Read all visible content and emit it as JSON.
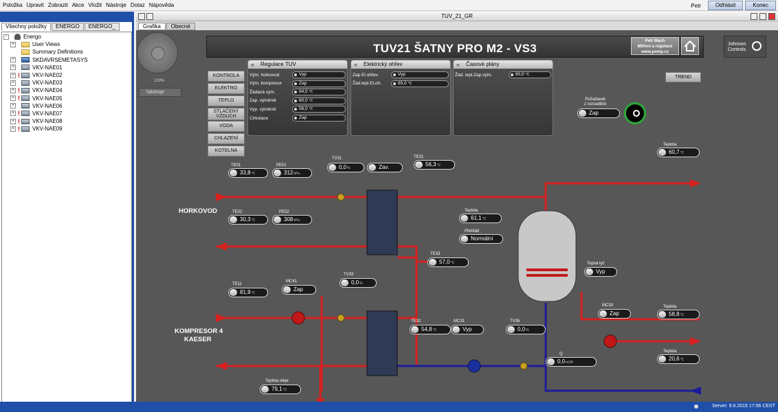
{
  "menu": {
    "items": [
      "Položka",
      "Upravit",
      "Zobrazit",
      "Akce",
      "Vložit",
      "Nástroje",
      "Dotaz",
      "Nápověda"
    ],
    "user": "Petr",
    "logout": "Odhlásit",
    "exit": "Konec"
  },
  "left_tabs": [
    "Všechny položky",
    "ENERGO",
    "ENERGO_"
  ],
  "tree": [
    {
      "label": "Energo",
      "icon": "root",
      "exp": "-",
      "level": 0,
      "alarm": false
    },
    {
      "label": "User Views",
      "icon": "folder",
      "exp": "+",
      "level": 1,
      "alarm": false
    },
    {
      "label": "Summary Definitions",
      "icon": "folder",
      "exp": "",
      "level": 1,
      "alarm": false
    },
    {
      "label": "SKDAVRSEMETASYS",
      "icon": "sys",
      "exp": "+",
      "level": 1,
      "alarm": false
    },
    {
      "label": "VKV-NAE01",
      "icon": "dev",
      "exp": "+",
      "level": 1,
      "alarm": false
    },
    {
      "label": "VKV-NAE02",
      "icon": "dev",
      "exp": "+",
      "level": 1,
      "alarm": true
    },
    {
      "label": "VKV-NAE03",
      "icon": "dev",
      "exp": "+",
      "level": 1,
      "alarm": false
    },
    {
      "label": "VKV-NAE04",
      "icon": "dev",
      "exp": "+",
      "level": 1,
      "alarm": true
    },
    {
      "label": "VKV-NAE05",
      "icon": "dev",
      "exp": "+",
      "level": 1,
      "alarm": true
    },
    {
      "label": "VKV-NAE06",
      "icon": "dev",
      "exp": "+",
      "level": 1,
      "alarm": false
    },
    {
      "label": "VKV-NAE07",
      "icon": "dev",
      "exp": "+",
      "level": 1,
      "alarm": true
    },
    {
      "label": "VKV-NAE08",
      "icon": "dev",
      "exp": "+",
      "level": 1,
      "alarm": true
    },
    {
      "label": "VKV-NAE09",
      "icon": "dev",
      "exp": "+",
      "level": 1,
      "alarm": true
    }
  ],
  "window": {
    "title": "TUV_21_GR",
    "tabs": [
      "Grafika",
      "Obecné"
    ]
  },
  "graphic": {
    "title": "TUV21 ŠATNY PRO M2 - VS3",
    "zoom": "100%",
    "tools": "Nástroje",
    "pmnp": [
      "Petr Mach",
      "Měření a regulace",
      "www.pmnp.cz"
    ],
    "jc_logo": [
      "Johnson",
      "Controls"
    ],
    "trend": "TREND",
    "request_label": [
      "Požadavek",
      "z rozvaděče"
    ],
    "request_value": "Zap",
    "menu_buttons": [
      "KONTROLA",
      "ELEKTRO",
      "TEPLO",
      "STLAČENÝ VZDUCH",
      "VODA",
      "CHLAZENÍ",
      "KOTELNA"
    ],
    "section_labels": {
      "horkovod": "HORKOVOD",
      "kompresor": [
        "KOMPRESOR 4",
        "KAESER"
      ]
    }
  },
  "panels": {
    "regulace": {
      "title": "Regulace TUV",
      "rows": [
        {
          "label": "Vým. horkovod",
          "value": "Vyp",
          "unit": ""
        },
        {
          "label": "Vým. kompresor",
          "value": "Zap",
          "unit": ""
        },
        {
          "label": "Žádaná vým.",
          "value": "64,0",
          "unit": "°C"
        },
        {
          "label": "Zap. výměník",
          "value": "60,0",
          "unit": "°C"
        },
        {
          "label": "Vyp. výměník",
          "value": "56,0",
          "unit": "°C"
        },
        {
          "label": "Cirkulace",
          "value": "Zap",
          "unit": ""
        }
      ]
    },
    "elektricky": {
      "title": "Elektrický ohřev",
      "rows": [
        {
          "label": "Zap El.ohřev",
          "value": "Vyp",
          "unit": ""
        },
        {
          "label": "Žád.tepl.El.oh.",
          "value": "65,0",
          "unit": "°C"
        }
      ]
    },
    "casove": {
      "title": "Časové plány",
      "rows": [
        {
          "label": "Žád. tepl.Zap.vým.",
          "value": "60,0",
          "unit": "°C"
        }
      ]
    }
  },
  "points": {
    "TE01": {
      "tag": "TE01",
      "value": "33,8",
      "unit": "°C"
    },
    "PE01": {
      "tag": "PE01",
      "value": "312",
      "unit": "kPa"
    },
    "TV31": {
      "tag": "TV31",
      "value": "0,0",
      "unit": "%",
      "state": "Zav."
    },
    "TE31": {
      "tag": "TE31",
      "value": "56,3",
      "unit": "°C"
    },
    "TE02": {
      "tag": "TE02",
      "value": "30,3",
      "unit": "°C"
    },
    "PE02": {
      "tag": "PE02",
      "value": "308",
      "unit": "kPa"
    },
    "TE33": {
      "tag": "TE33",
      "value": "57,0",
      "unit": "°C"
    },
    "TE11": {
      "tag": "TE11",
      "value": "81,9",
      "unit": "°C"
    },
    "MC41": {
      "tag": "MC41",
      "value": "Zap",
      "unit": ""
    },
    "TV33": {
      "tag": "TV33",
      "value": "0,0",
      "unit": "%"
    },
    "TE32": {
      "tag": "TE32",
      "value": "54,8",
      "unit": "°C"
    },
    "MC31": {
      "tag": "MC31",
      "value": "Vyp",
      "unit": ""
    },
    "TV35": {
      "tag": "TV35",
      "value": "0,0",
      "unit": "%"
    },
    "Q": {
      "tag": "Q",
      "value": "0,0",
      "unit": "m3/h"
    },
    "oil": {
      "tag": "Teplota oleje",
      "value": "79,1",
      "unit": "°C"
    },
    "tank_temp": {
      "tag": "Teplota",
      "value": "61,1",
      "unit": "°C"
    },
    "overheat": {
      "tag": "Přehřátí",
      "value": "Normální",
      "unit": ""
    },
    "heater": {
      "tag": "Topná tyč",
      "value": "Vyp",
      "unit": ""
    },
    "out_temp": {
      "tag": "Teplota",
      "value": "60,7",
      "unit": "°C"
    },
    "MC33": {
      "tag": "MC33",
      "value": "Zap",
      "unit": ""
    },
    "circ_temp": {
      "tag": "Teplota",
      "value": "58,8",
      "unit": "°C"
    },
    "cold_temp": {
      "tag": "Teplota",
      "value": "20,6",
      "unit": "°C"
    }
  },
  "status": {
    "server": "Server: 9.6.2015 17:56 CEST"
  },
  "colors": {
    "hot_pipe": "#d61f1f",
    "cold_pipe": "#1b1b9a",
    "brand_blue": "#1f4fa8"
  }
}
